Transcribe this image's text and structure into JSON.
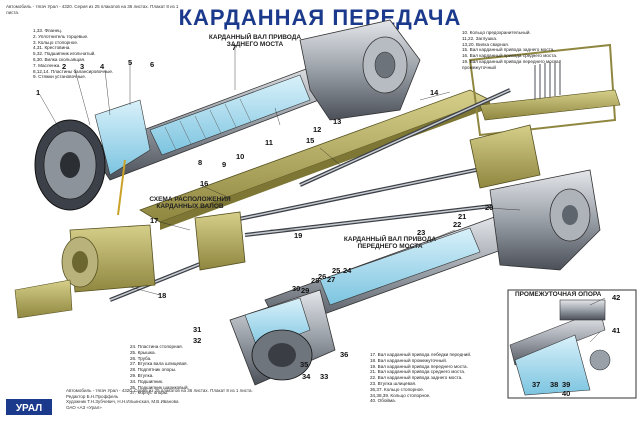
{
  "title": "КАРДАННАЯ ПЕРЕДАЧА",
  "header_lines": [
    "Автомобиль - тягач Урал - 4320. Серия из 25 плакатов на 36 листах. Плакат 8 из 1 листа.",
    "",
    ""
  ],
  "legend_top_left": [
    "1,33. Фланец.",
    "2. Уплотнитель торцевые.",
    "3. Кольцо стопорное.",
    "4,31. Крестовина.",
    "5,32. Подшипник игольчатый.",
    "6,30. Вилка скользящая.",
    "7. Масленка.",
    "8,12,14. Пластины балансировочные.",
    "9. Стяжки установочные."
  ],
  "legend_top_right": [
    "10. Кольцо предохранительный.",
    "11,22. Заглушка.",
    "13,20. Вилка сварная.",
    "15. Вал карданный привода заднего моста.",
    "16. Вал карданный привода среднего моста.",
    "19. Вал карданный привода переднего моста.",
    "промежуточный"
  ],
  "legend_bottom_left": [
    "24. Пластина стопорная.",
    "25. Крышка.",
    "26. Труба.",
    "27. Втулка вала шлицевая.",
    "28. Подпятник опоры.",
    "29. Втулка.",
    "34. Подшипник.",
    "35. Подшипник шариковый.",
    "37. Корпус опоры."
  ],
  "legend_bottom_right": [
    "17. Вал карданный привода лебедки передний.",
    "18. Вал карданный промежуточный.",
    "19. Вал карданный привода переднего моста.",
    "21. Вал карданный привода среднего моста.",
    "22. Вал карданный привода заднего моста.",
    "23. Втулка шлицевая.",
    "36,37. Кольцо стопорное.",
    "34,38,39. Кольцо стопорное.",
    "40. Обойма."
  ],
  "labels": {
    "rear_shaft": "КАРДАННЫЙ ВАЛ ПРИВОДА\nЗАДНЕГО МОСТА",
    "scheme": "СХЕМА РАСПОЛОЖЕНИЯ\nКАРДАННЫХ ВАЛОВ",
    "front_shaft": "КАРДАННЫЙ ВАЛ ПРИВОДА\nПЕРЕДНЕГО МОСТА",
    "inset": "ПРОМЕЖУТОЧНАЯ ОПОРА"
  },
  "footer_lines": [
    "Автомобиль - тягач Урал - 4320. Серия из 25 плакатов на 36 листах. Плакат 8 из 1 листа.",
    "Редактор Б.Н.Проффель",
    "Художник Т.Н.Зубчевич, Н.Н.Ильинская, М.В.Иванова",
    "ОАО «АЗ «Урал»"
  ],
  "logo_text": "УРАЛ"
}
